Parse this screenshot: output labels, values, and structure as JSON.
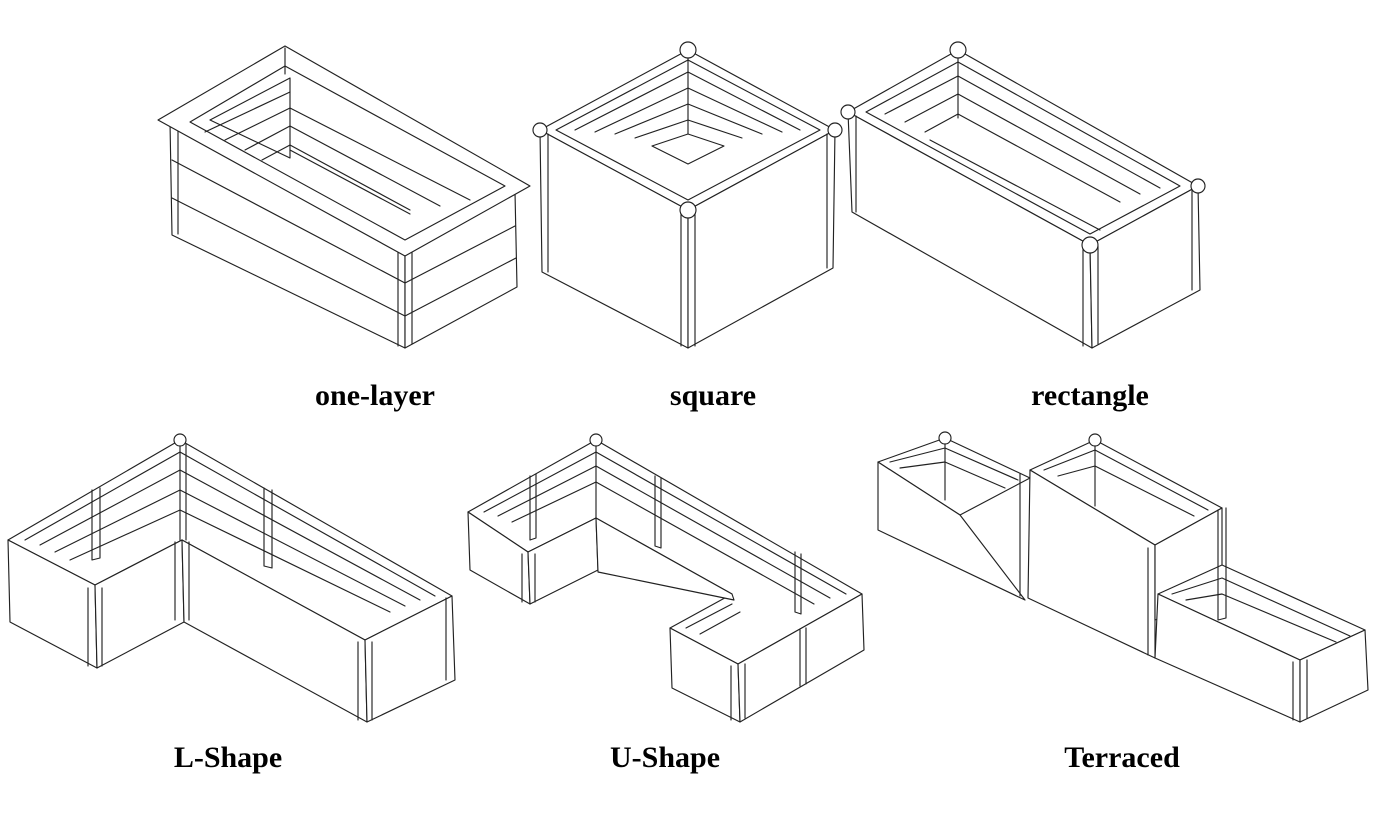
{
  "bed_types": [
    {
      "id": "one-layer",
      "label": "one-layer"
    },
    {
      "id": "square",
      "label": "square"
    },
    {
      "id": "rectangle",
      "label": "rectangle"
    },
    {
      "id": "l-shape",
      "label": "L-Shape"
    },
    {
      "id": "u-shape",
      "label": "U-Shape"
    },
    {
      "id": "terraced",
      "label": "Terraced"
    }
  ],
  "colors": {
    "line": "#222222",
    "background": "#ffffff",
    "label": "#000000"
  }
}
